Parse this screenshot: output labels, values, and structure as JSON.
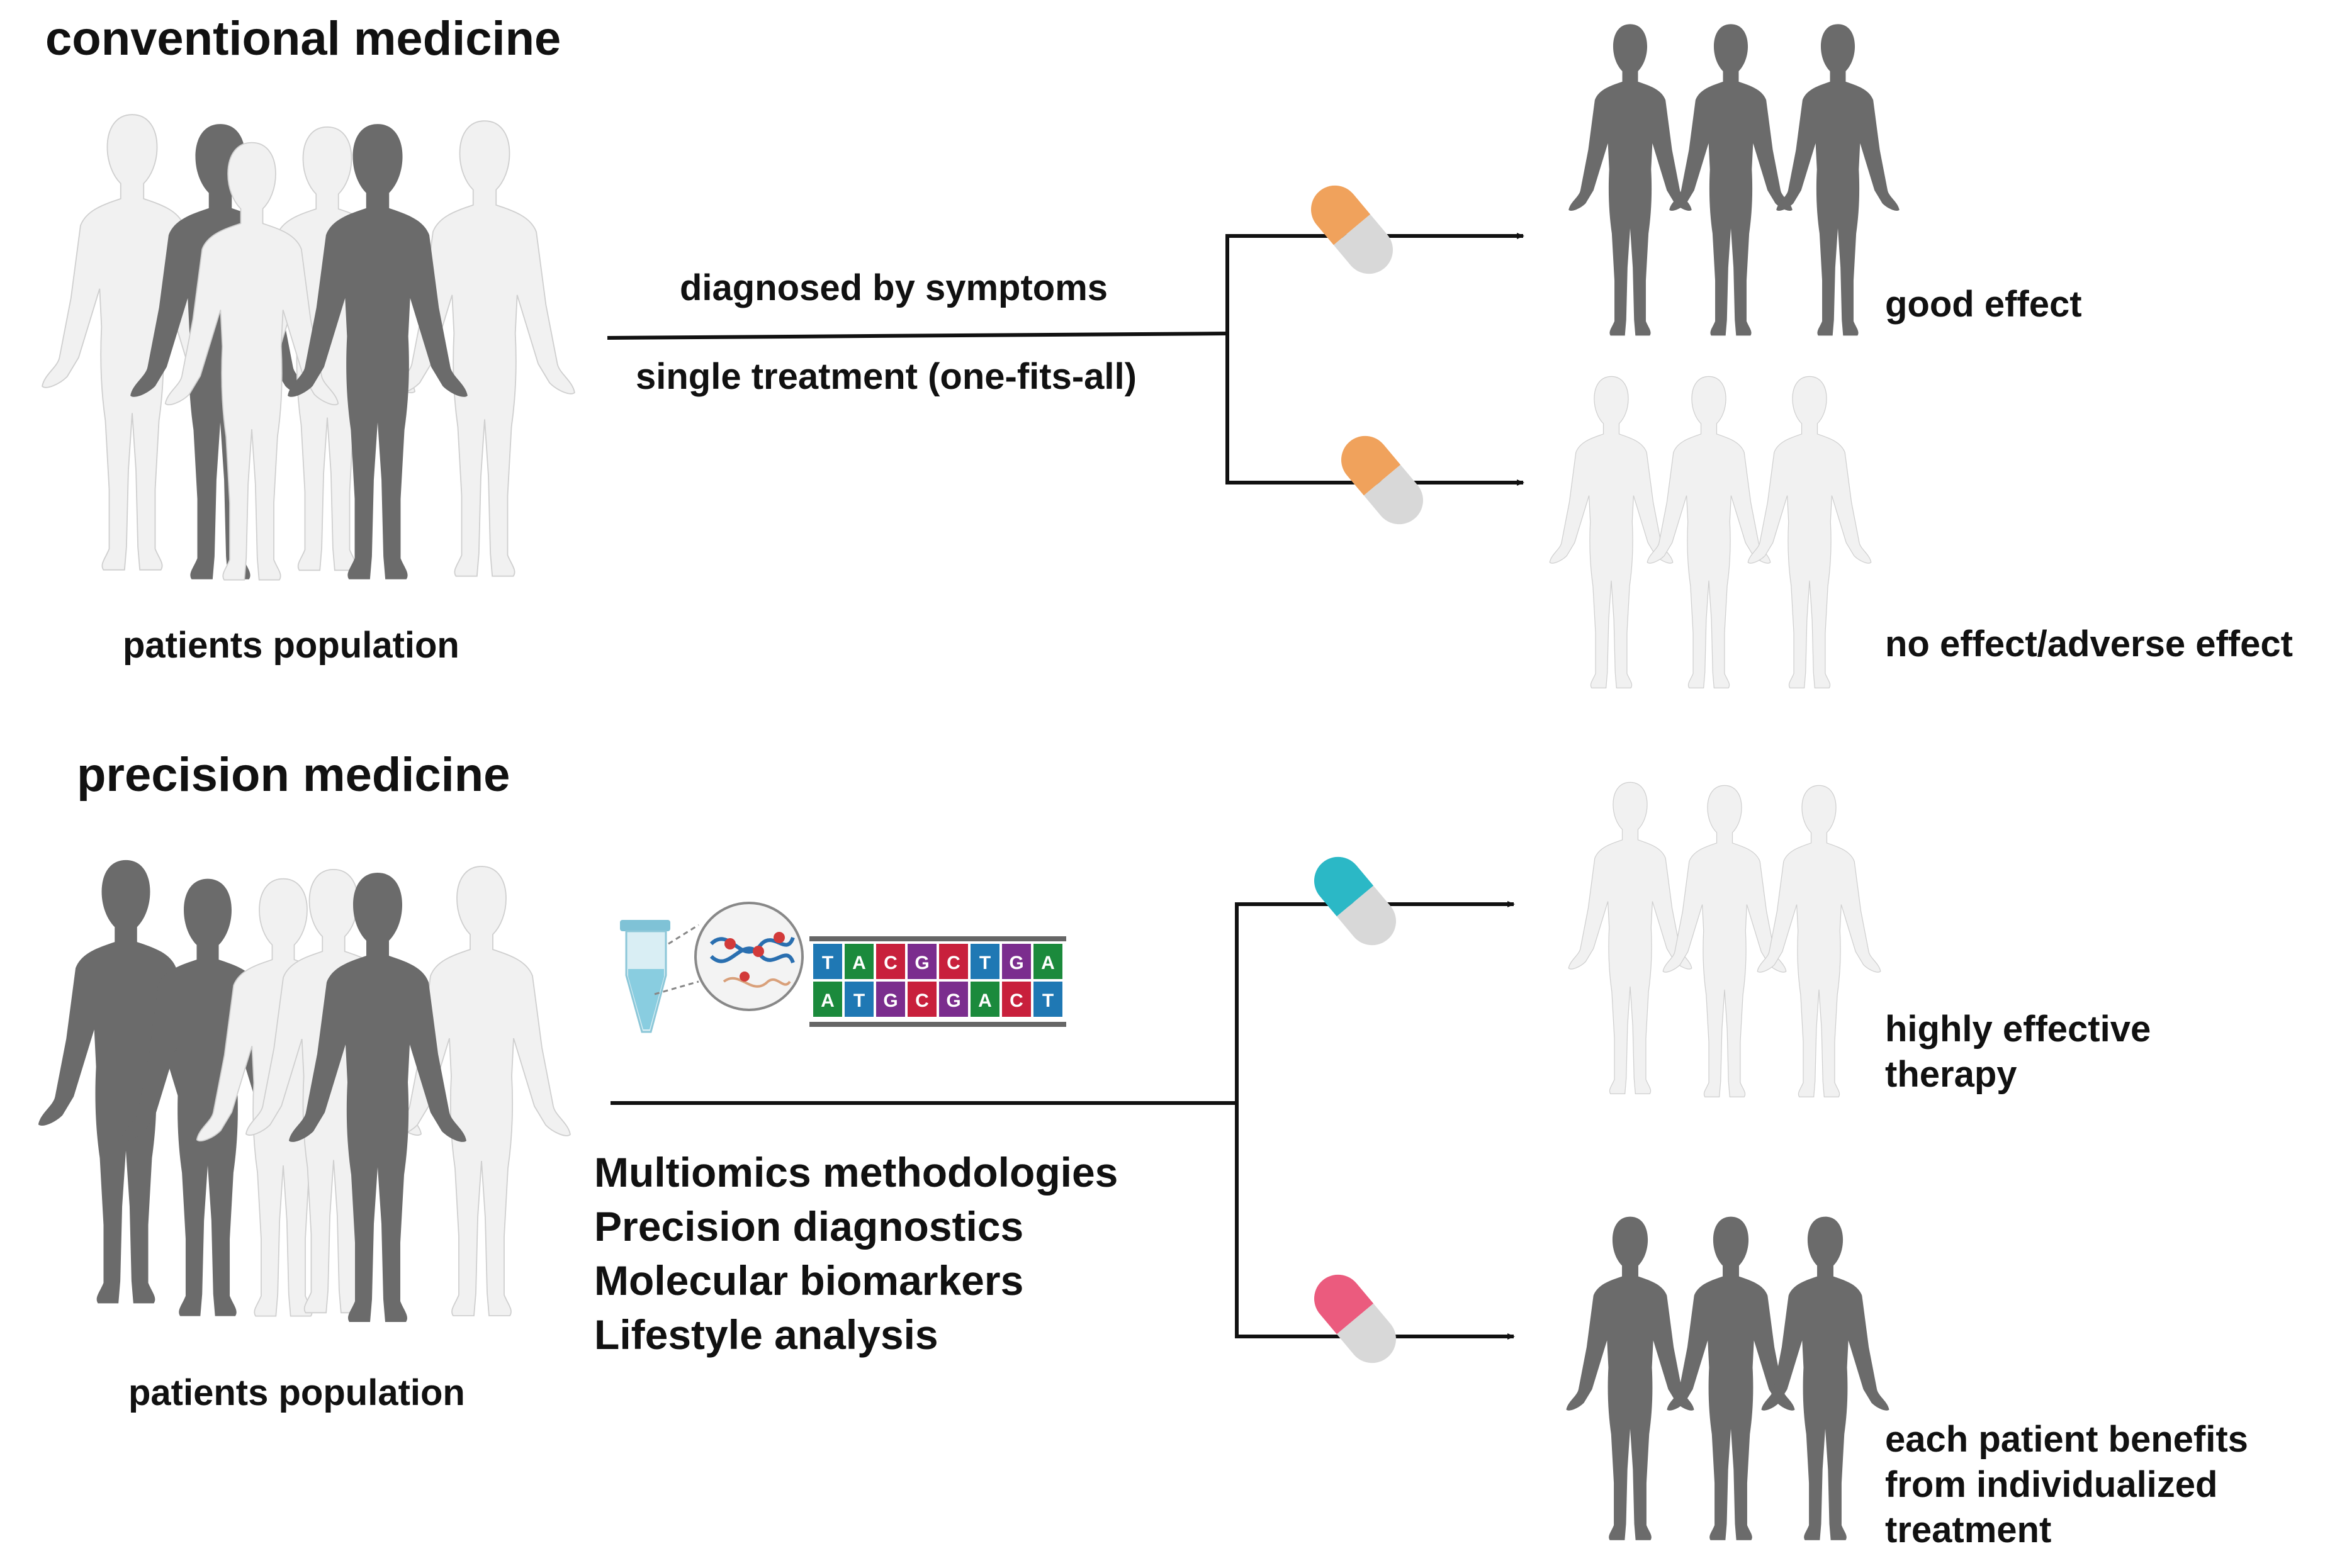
{
  "conventional": {
    "title": "conventional medicine",
    "population_label": "patients population",
    "pathway_top_label": "diagnosed by symptoms",
    "pathway_bottom_label": "single treatment (one-fits-all)",
    "outcome_good": "good effect",
    "outcome_bad": "no effect/adverse effect"
  },
  "precision": {
    "title": "precision medicine",
    "population_label": "patients population",
    "methods": [
      "Multiomics methodologies",
      "Precision diagnostics",
      "Molecular biomarkers",
      "Lifestyle analysis"
    ],
    "outcome_effective": [
      "highly effective",
      "therapy"
    ],
    "outcome_individual": [
      "each patient benefits",
      "from individualized",
      "treatment"
    ]
  },
  "dna": {
    "top": [
      "T",
      "A",
      "C",
      "G",
      "C",
      "T",
      "G",
      "A"
    ],
    "bottom": [
      "A",
      "T",
      "G",
      "C",
      "G",
      "A",
      "C",
      "T"
    ]
  },
  "colors": {
    "figure_dark": "#6b6b6b",
    "figure_light": "#f1f1f1",
    "figure_outline": "#cfcfcf",
    "capsule_orange": "#f0a25c",
    "capsule_cyan": "#2bb8c6",
    "capsule_pink": "#eb5b7e",
    "capsule_grey": "#d8d8d8",
    "base_A": "#1b8a3c",
    "base_T": "#1f78b4",
    "base_G": "#7b2d8e",
    "base_C": "#c8203c"
  },
  "icons": [
    "human-figure-icon",
    "capsule-icon",
    "arrow-icon",
    "test-tube-icon",
    "dna-molecule-icon",
    "dna-sequence-icon"
  ]
}
